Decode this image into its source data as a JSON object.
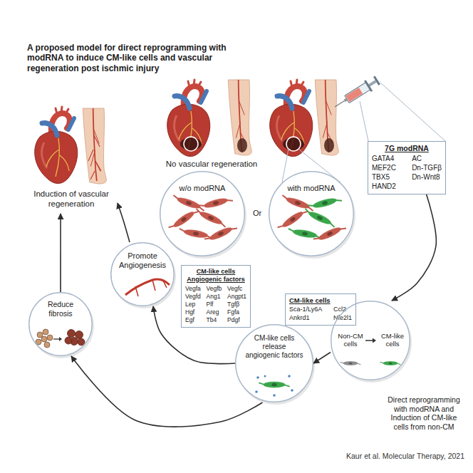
{
  "diagram": {
    "title": "A proposed model for direct reprogramming with modRNA to induce CM-like cells and vascular regeneration post ischmic injury",
    "caption": "Kaur et al. Molecular Therapy, 2021",
    "nodes": [
      {
        "text": [
          "No vascular regeneration"
        ]
      },
      {
        "text": [
          "7G modRNA",
          "GATA4",
          "AC",
          "MEF2C",
          "Dn-TGFβ",
          "TBX5",
          "Dn-Wnt8",
          "HAND2"
        ]
      },
      {
        "text": [
          "w/o modRNA"
        ]
      },
      {
        "text": [
          "with modRNA"
        ]
      },
      {
        "text": [
          "Induction of vascular regeneration"
        ]
      },
      {
        "text": [
          "Promote Angiogenesis"
        ]
      },
      {
        "text": [
          "CM-like cells",
          "Angiogenic factors",
          "Vegfa",
          "Vegfb",
          "Vegfc",
          "Vegfd",
          "Ang1",
          "Angpt1",
          "Lep",
          "Plf",
          "Tgfβ",
          "Hgf",
          "Areg",
          "Fgfa",
          "Egf",
          "Tb4",
          "Pdgf"
        ]
      },
      {
        "text": [
          "CM-like cells",
          "Sca-1/Ly6A",
          "Ccl2",
          "Ankrd1",
          "Nfe2l1"
        ]
      },
      {
        "text": [
          "Non-CM cells",
          "CM-like cells",
          "Direct reprogramming with modRNA and Induction of CM-like cells from non-CM"
        ]
      },
      {
        "text": [
          "CM-like cells release angiogenic factors"
        ]
      },
      {
        "text": [
          "Reduce fibrosis"
        ]
      }
    ],
    "edges": [
      {
        "from": 1,
        "to": 8,
        "arrow": "to"
      },
      {
        "from": 8,
        "to": 9,
        "arrow": "to"
      },
      {
        "from": 9,
        "to": 5,
        "arrow": "to"
      },
      {
        "from": 9,
        "to": 10,
        "arrow": "to"
      },
      {
        "from": 5,
        "to": 4,
        "arrow": "to"
      },
      {
        "from": 10,
        "to": 4,
        "arrow": "to"
      }
    ],
    "labels": [
      "Or"
    ]
  }
}
